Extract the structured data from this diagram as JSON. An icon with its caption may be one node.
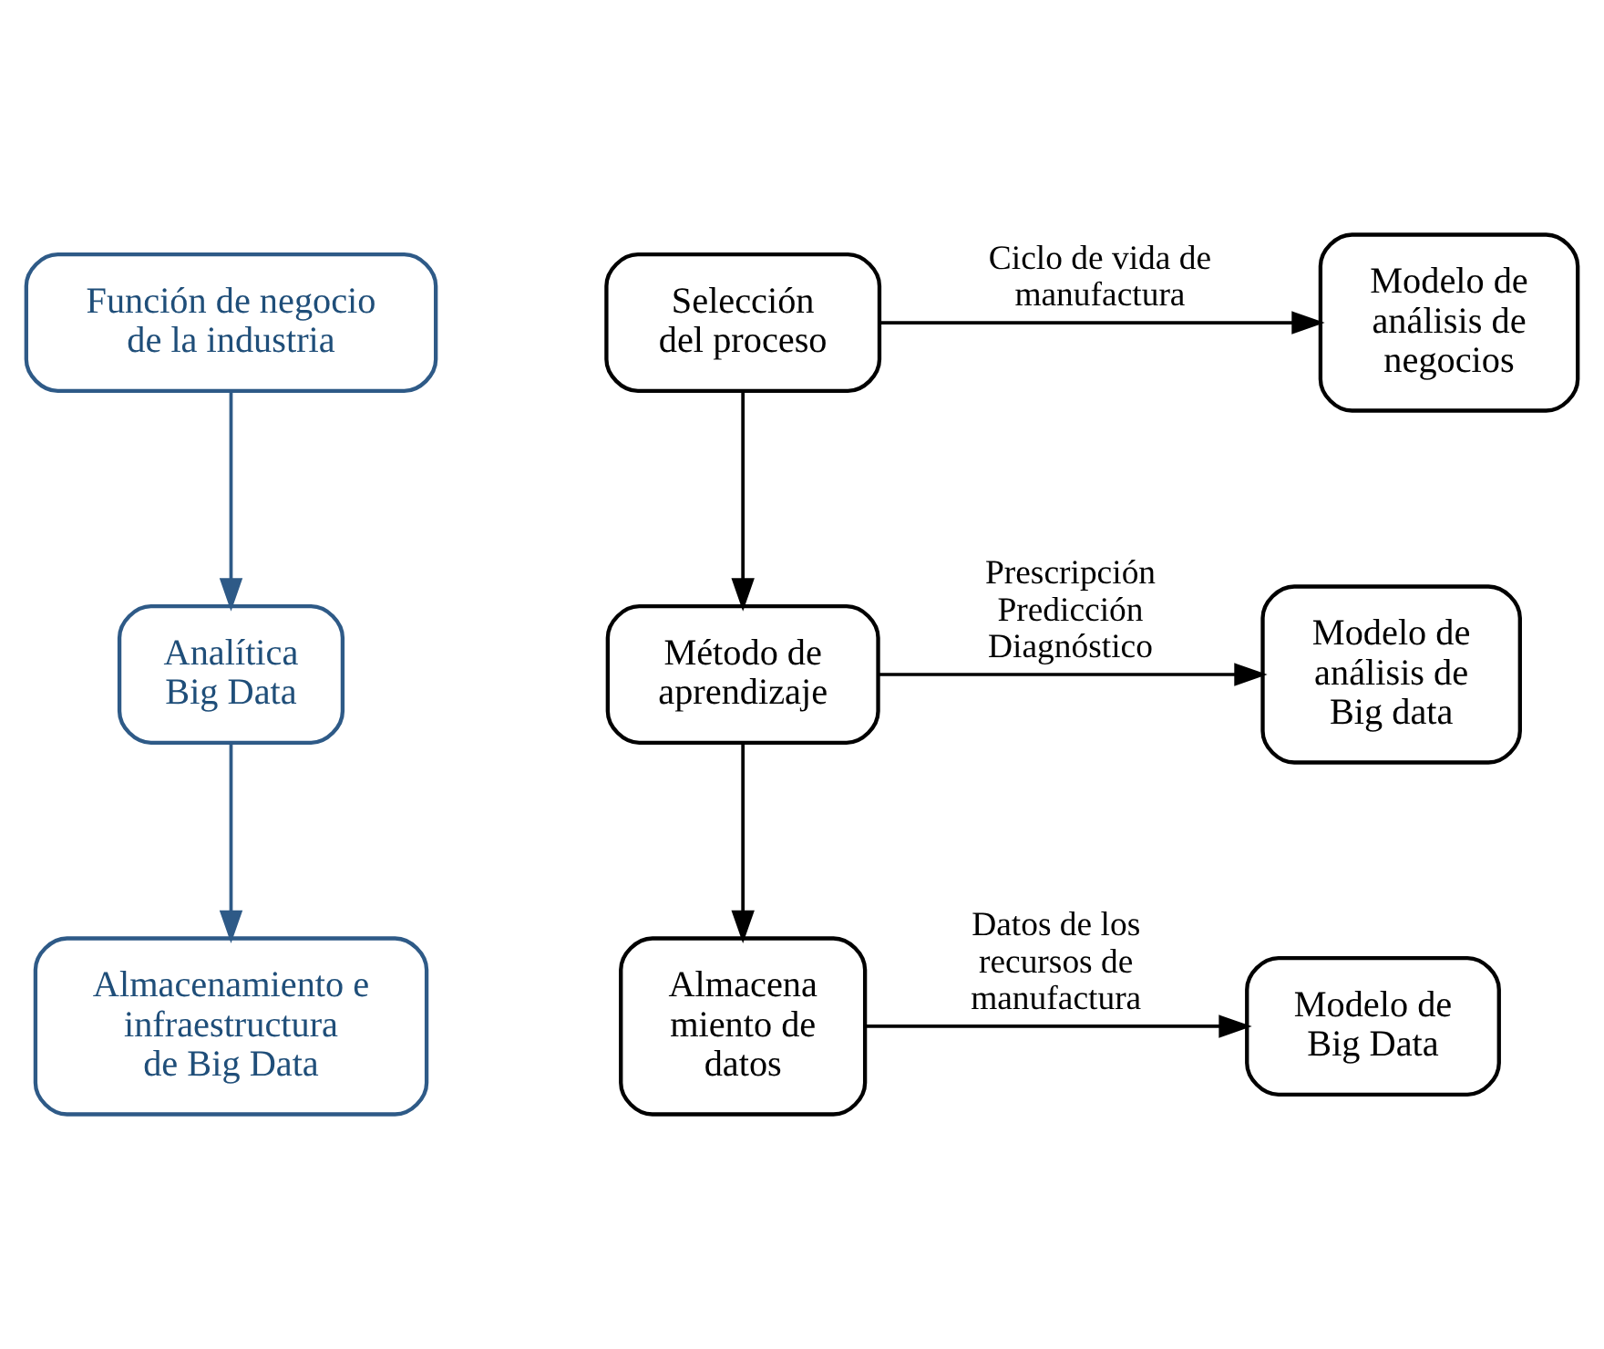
{
  "diagram": {
    "nodes": [
      {
        "text": [
          "Función de negocio de la industria"
        ]
      },
      {
        "text": [
          "Analítica Big Data"
        ]
      },
      {
        "text": [
          "Almacenamiento e infraestructura de Big Data"
        ]
      },
      {
        "text": [
          "Selección del proceso"
        ]
      },
      {
        "text": [
          "Modelo de análisis de negocios"
        ]
      },
      {
        "text": [
          "Método de aprendizaje"
        ]
      },
      {
        "text": [
          "Modelo de análisis de Big data"
        ]
      },
      {
        "text": [
          "Almacena miento de datos"
        ]
      },
      {
        "text": [
          "Modelo de Big Data"
        ]
      }
    ],
    "edges": [
      {
        "from": 0,
        "to": 1,
        "arrow": "to",
        "color": "#2e5a87"
      },
      {
        "from": 1,
        "to": 2,
        "arrow": "to",
        "color": "#2e5a87"
      },
      {
        "from": 3,
        "to": 4,
        "arrow": "to",
        "label": "Ciclo de vida de manufactura"
      },
      {
        "from": 3,
        "to": 5,
        "arrow": "to"
      },
      {
        "from": 5,
        "to": 6,
        "arrow": "to",
        "label": "Prescripción Predicción Diagnóstico"
      },
      {
        "from": 5,
        "to": 7,
        "arrow": "to"
      },
      {
        "from": 7,
        "to": 8,
        "arrow": "to",
        "label": "Datos de los recursos de manufactura"
      }
    ]
  }
}
